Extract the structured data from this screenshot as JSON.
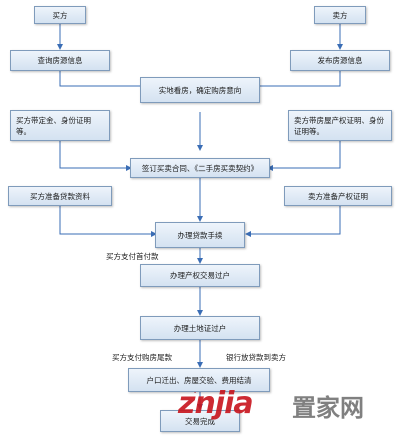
{
  "flowchart": {
    "nodes": {
      "buyer": "买方",
      "seller": "卖方",
      "query_info": "查询房源信息",
      "publish_info": "发布房源信息",
      "view_house": "实地看房，确定购房意向",
      "buyer_docs": "买方带定金、身份证明等。",
      "seller_docs": "卖方带房屋产权证明、身份证明等。",
      "sign_contract": "签订买卖合同、《二手房买卖契约》",
      "loan_docs": "买方准备贷款资料",
      "title_docs": "卖方准备产权证明",
      "loan_process": "办理贷款手续",
      "title_transfer": "办理产权交易过户",
      "land_transfer": "办理土地证过户",
      "move_out": "户口迁出、房屋交验、费用结清",
      "done": "交易完成"
    },
    "edge_labels": {
      "down_payment": "买方支付首付款",
      "final_payment": "买方支付购房尾款",
      "bank_loan": "银行放贷款到卖方"
    }
  },
  "watermark": {
    "brand": "znjia",
    "brand_cn": "置家网"
  },
  "colors": {
    "box_border": "#7f9bbb",
    "box_fill": "#d4e2f1",
    "arrow": "#3a6db5",
    "watermark_red": "#c8141c"
  }
}
